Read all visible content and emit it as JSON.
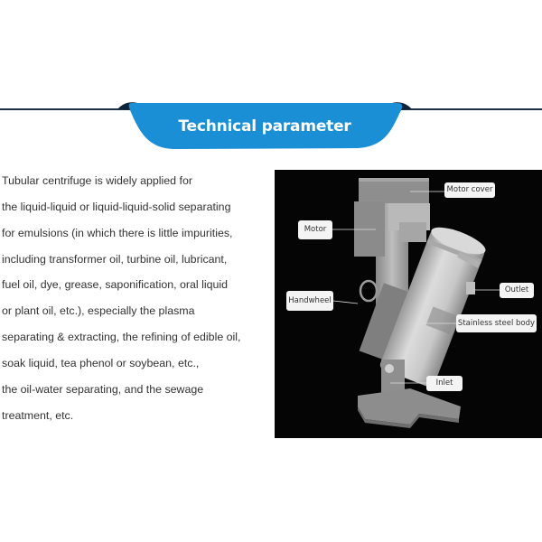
{
  "header": {
    "title": "Technical parameter",
    "banner_color": "#1a8fd6",
    "rule_color": "#1c2f45"
  },
  "description": {
    "lines": [
      "Tubular centrifuge is widely applied for",
      "the liquid-liquid or liquid-liquid-solid separating",
      "for emulsions (in which there is little impurities,",
      "including transformer oil, turbine oil, lubricant,",
      "fuel oil, dye, grease, saponification, oral liquid",
      "or plant oil, etc.), especially the plasma",
      "separating & extracting, the refining of edible oil,",
      "soak liquid, tea phenol or soybean, etc.,",
      "the oil-water separating, and the sewage",
      "treatment, etc."
    ]
  },
  "figure": {
    "subject": "tubular centrifuge",
    "background": "#050505",
    "callouts": [
      {
        "id": "motor-cover",
        "label": "Motor cover"
      },
      {
        "id": "motor",
        "label": "Motor"
      },
      {
        "id": "handwheel",
        "label": "Handwheel"
      },
      {
        "id": "outlet",
        "label": "Outlet"
      },
      {
        "id": "stainless-steel-body",
        "label": "Stainless steel body"
      },
      {
        "id": "inlet",
        "label": "Inlet"
      }
    ]
  }
}
